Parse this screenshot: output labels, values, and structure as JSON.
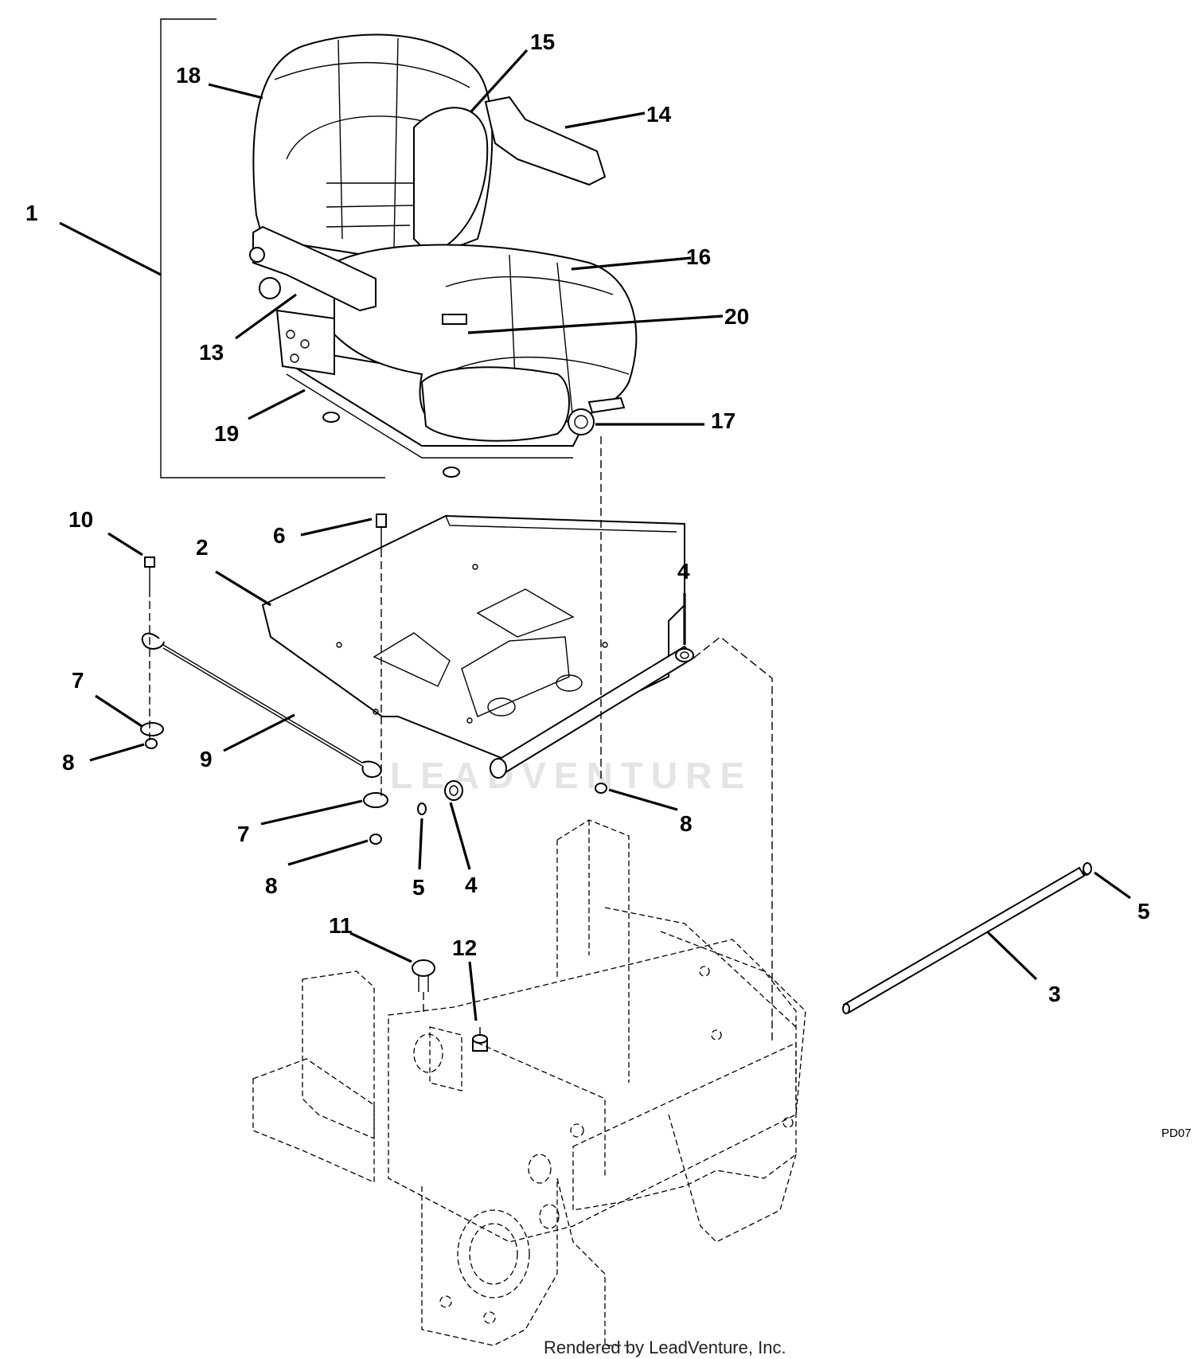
{
  "watermark": "LEADVENTURE",
  "footer": "Rendered by LeadVenture, Inc.",
  "diagram_code": "PD07",
  "callouts": {
    "c1": "1",
    "c2": "2",
    "c3": "3",
    "c4a": "4",
    "c4b": "4",
    "c5a": "5",
    "c5b": "5",
    "c6": "6",
    "c7a": "7",
    "c7b": "7",
    "c8a": "8",
    "c8b": "8",
    "c8c": "8",
    "c9": "9",
    "c10": "10",
    "c11": "11",
    "c12": "12",
    "c13": "13",
    "c14": "14",
    "c15": "15",
    "c16": "16",
    "c17": "17",
    "c18": "18",
    "c19": "19",
    "c20": "20"
  }
}
